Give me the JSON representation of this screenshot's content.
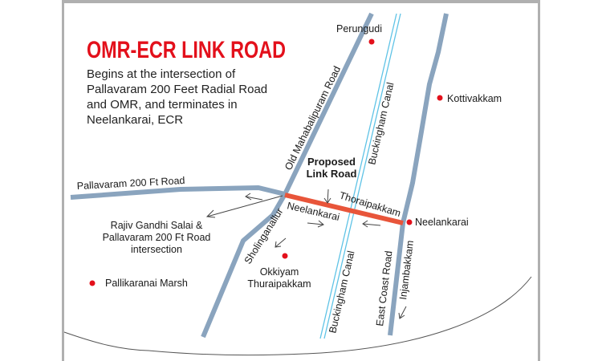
{
  "title": "OMR-ECR LINK ROAD",
  "description": [
    "Begins at the intersection of",
    "Pallavaram 200 Feet Radial Road",
    "and OMR, and terminates in",
    "Neelankarai, ECR"
  ],
  "roads": {
    "omr": "Old Mahabalipuram Road",
    "pallavaram": "Pallavaram 200 Ft Road",
    "ecr": "East Coast Road",
    "canal_north": "Buckingham Canal",
    "canal_south": "Buckingham Canal",
    "sholinganallur": "Sholinganallur",
    "injambakkam": "Injambakkam",
    "thoraipakkam": "Thoraipakkam",
    "neelankarai_dir": "Neelankarai"
  },
  "proposed": [
    "Proposed",
    "Link Road"
  ],
  "intersection_note": [
    "Rajiv Gandhi Salai &",
    "Pallavaram 200 Ft Road",
    "intersection"
  ],
  "places": {
    "perungudi": "Perungudi",
    "kottivakkam": "Kottivakkam",
    "neelankarai": "Neelankarai",
    "okkiyam": [
      "Okkiyam",
      "Thuraipakkam"
    ],
    "pallikaranai": "Pallikaranai Marsh"
  },
  "colors": {
    "title": "#e3101b",
    "road": "#8aa4be",
    "link_road": "#e8553a",
    "canal": "#5fc3e6",
    "place_marker": "#e3101b"
  }
}
